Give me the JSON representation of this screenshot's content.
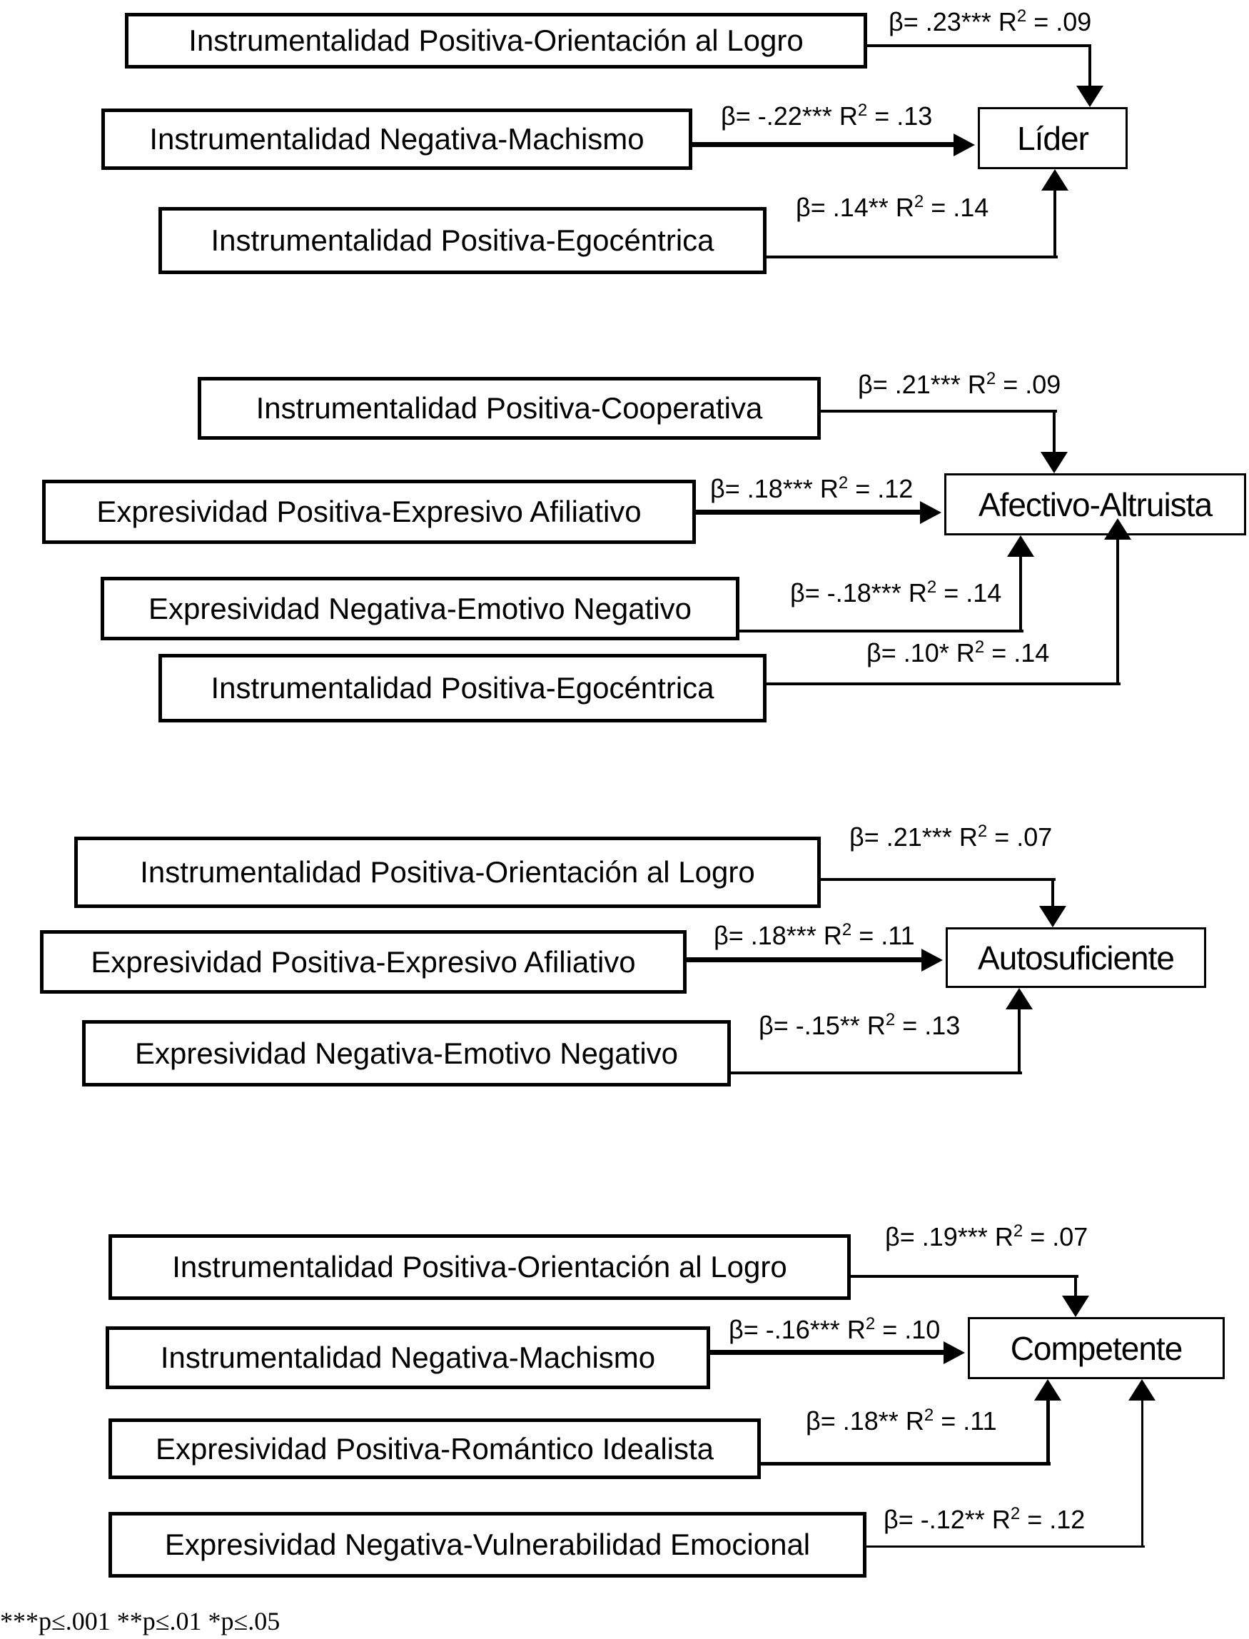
{
  "page": {
    "background": "#ffffff",
    "ink": "#000000"
  },
  "figure": {
    "r_symbol": "R",
    "r_exponent": "2",
    "footnote": "***p≤.001 **p≤.01 *p≤.05",
    "groups": [
      {
        "outcome": "Líder",
        "predictors": [
          {
            "name": "Instrumentalidad Positiva-Orientación al Logro",
            "beta": "β= .23***",
            "r2": "= .09"
          },
          {
            "name": "Instrumentalidad Negativa-Machismo",
            "beta": "β= -.22***",
            "r2": "= .13"
          },
          {
            "name": "Instrumentalidad Positiva-Egocéntrica",
            "beta": "β= .14**",
            "r2": "= .14"
          }
        ]
      },
      {
        "outcome": "Afectivo-Altruista",
        "predictors": [
          {
            "name": "Instrumentalidad Positiva-Cooperativa",
            "beta": "β= .21***",
            "r2": "= .09"
          },
          {
            "name": "Expresividad Positiva-Expresivo Afiliativo",
            "beta": "β= .18***",
            "r2": "= .12"
          },
          {
            "name": "Expresividad Negativa-Emotivo Negativo",
            "beta": "β= -.18***",
            "r2": "= .14"
          },
          {
            "name": "Instrumentalidad Positiva-Egocéntrica",
            "beta": "β= .10*",
            "r2": "= .14"
          }
        ]
      },
      {
        "outcome": "Autosuficiente",
        "predictors": [
          {
            "name": "Instrumentalidad Positiva-Orientación al Logro",
            "beta": "β= .21***",
            "r2": "= .07"
          },
          {
            "name": "Expresividad Positiva-Expresivo Afiliativo",
            "beta": "β= .18***",
            "r2": "= .11"
          },
          {
            "name": "Expresividad Negativa-Emotivo Negativo",
            "beta": "β= -.15**",
            "r2": "= .13"
          }
        ]
      },
      {
        "outcome": "Competente",
        "predictors": [
          {
            "name": "Instrumentalidad Positiva-Orientación al Logro",
            "beta": "β= .19***",
            "r2": "= .07"
          },
          {
            "name": "Instrumentalidad Negativa-Machismo",
            "beta": "β= -.16***",
            "r2": "= .10"
          },
          {
            "name": "Expresividad Positiva-Romántico Idealista",
            "beta": "β= .18**",
            "r2": "= .11"
          },
          {
            "name": "Expresividad Negativa-Vulnerabilidad Emocional",
            "beta": "β= -.12**",
            "r2": "= .12"
          }
        ]
      }
    ]
  }
}
